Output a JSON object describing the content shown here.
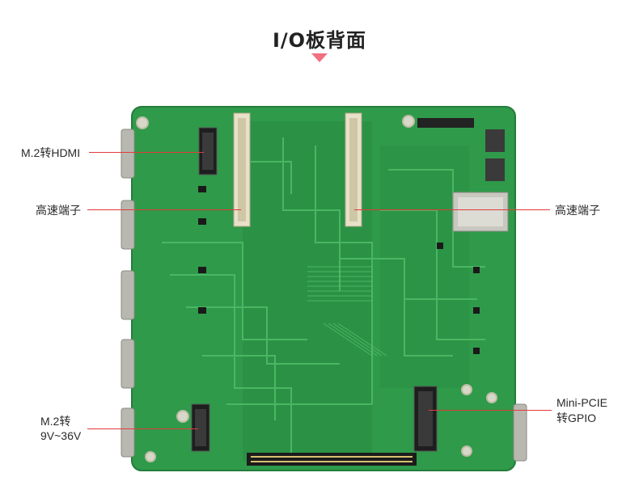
{
  "header": {
    "title": "I/O板背面"
  },
  "colors": {
    "pcb": "#2f9a4a",
    "pcb_dark": "#1f7a38",
    "trace": "#49b865",
    "leader": "#e23a3a",
    "title_marker": "#f07080"
  },
  "annotations": {
    "m2_hdmi": "M.2转HDMI",
    "hs_left": "高速端子",
    "hs_right": "高速端子",
    "m2_power_line1": "M.2转",
    "m2_power_line2": "9V~36V",
    "minipcie_line1": "Mini-PCIE",
    "minipcie_line2": "转GPIO"
  }
}
